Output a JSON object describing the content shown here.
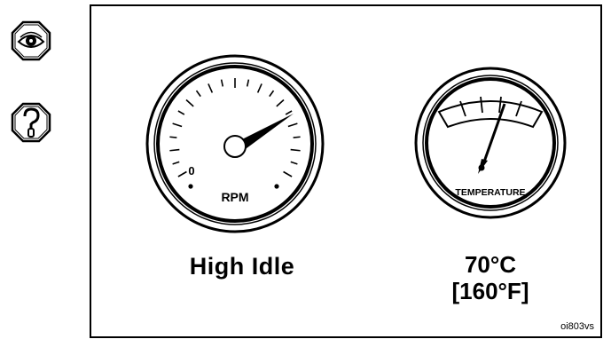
{
  "icons": {
    "eye": "eye-icon",
    "help": "help-icon"
  },
  "rpm_gauge": {
    "zero_label": "0",
    "unit_label": "RPM",
    "caption": "High Idle"
  },
  "temperature_gauge": {
    "label": "TEMPERATURE",
    "caption_celsius": "70°C",
    "caption_fahrenheit": "[160°F]"
  },
  "figure_ref": "oi803vs"
}
